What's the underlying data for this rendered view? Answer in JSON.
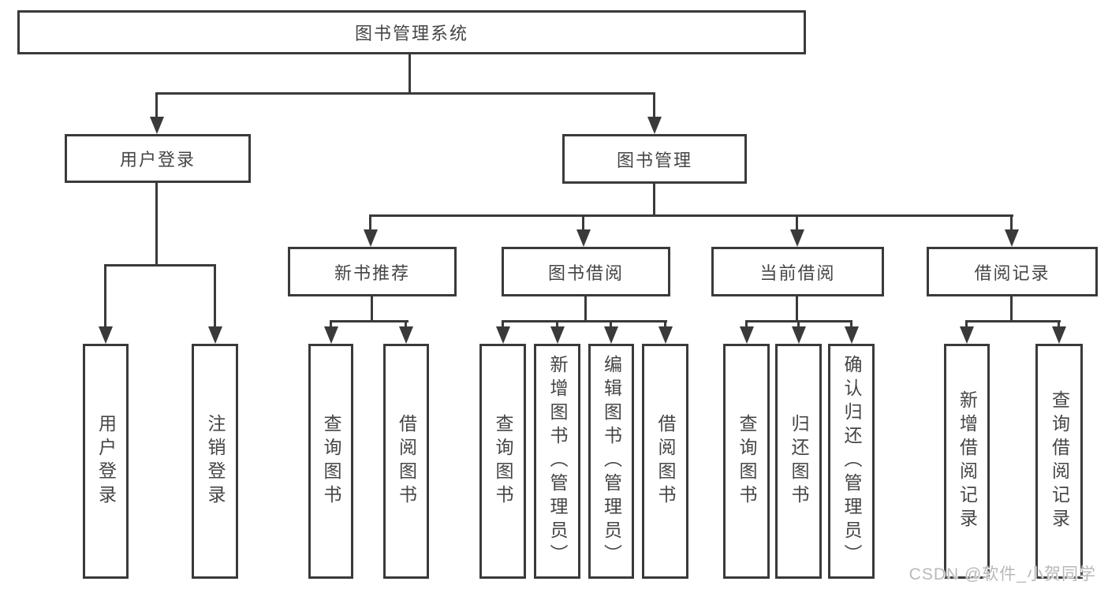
{
  "root": {
    "label": "图书管理系统"
  },
  "branches": {
    "user_login": {
      "label": "用户登录",
      "children": [
        {
          "label": "用户登录"
        },
        {
          "label": "注销登录"
        }
      ]
    },
    "book_mgmt": {
      "label": "图书管理",
      "children": [
        {
          "label": "新书推荐",
          "children": [
            {
              "label": "查询图书"
            },
            {
              "label": "借阅图书"
            }
          ]
        },
        {
          "label": "图书借阅",
          "children": [
            {
              "label": "查询图书"
            },
            {
              "label": "新增图书（管理员）"
            },
            {
              "label": "编辑图书（管理员）"
            },
            {
              "label": "借阅图书"
            }
          ]
        },
        {
          "label": "当前借阅",
          "children": [
            {
              "label": "查询图书"
            },
            {
              "label": "归还图书"
            },
            {
              "label": "确认归还（管理员）"
            }
          ]
        },
        {
          "label": "借阅记录",
          "children": [
            {
              "label": "新增借阅记录"
            },
            {
              "label": "查询借阅记录"
            }
          ]
        }
      ]
    }
  },
  "watermark": {
    "text": "CSDN @软件_小贺同学"
  },
  "colors": {
    "line": "#3a3a3a",
    "text": "#454545",
    "watermark": "#b9b9b9",
    "background": "#ffffff"
  }
}
